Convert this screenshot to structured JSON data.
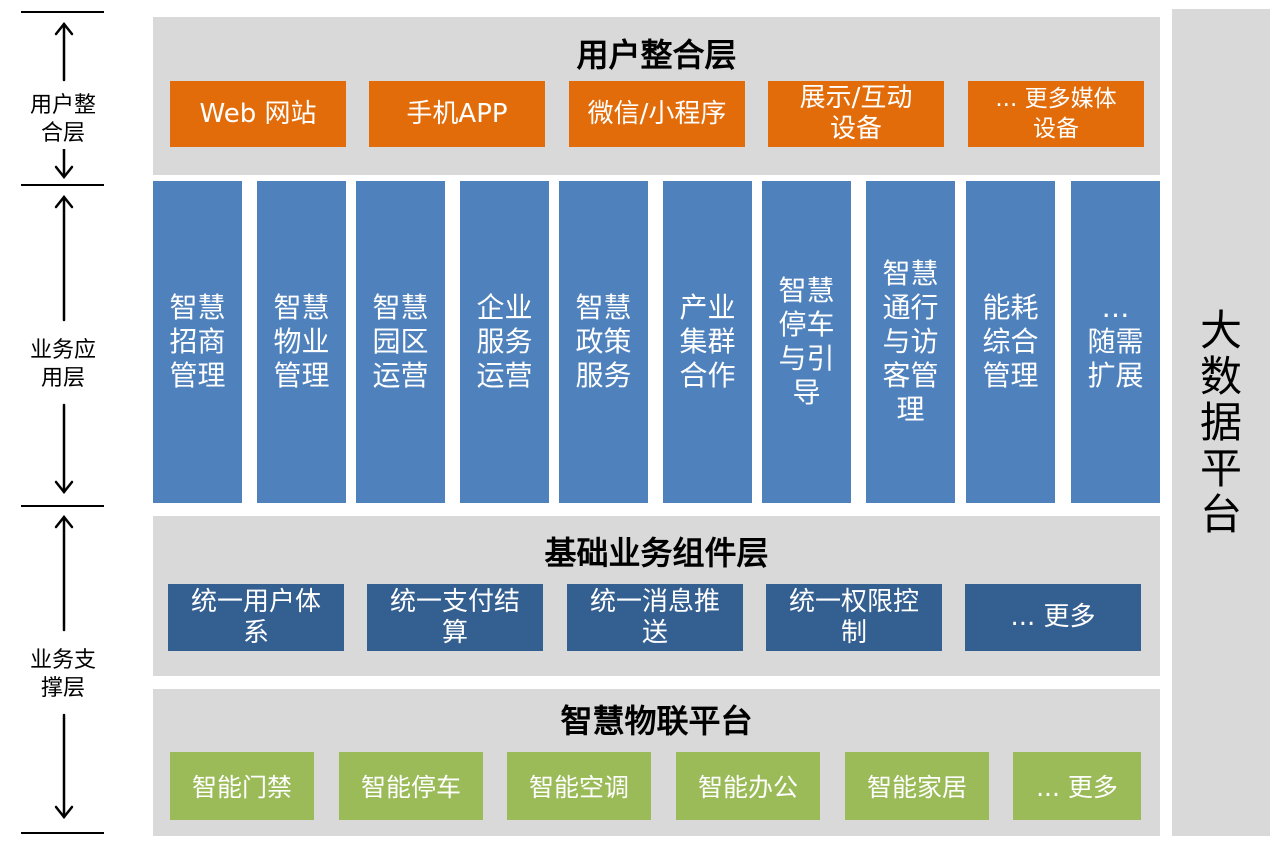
{
  "user_layer": {
    "title": "用户整合层",
    "items": [
      "Web 网站",
      "手机APP",
      "微信/小程序",
      "展示/互动设备",
      "... 更多媒体设备"
    ]
  },
  "app_layer": {
    "items": [
      "智慧招商管理",
      "智慧物业管理",
      "智慧园区运营",
      "企业服务运营",
      "智慧政策服务",
      "产业集群合作",
      "智慧停车与引导",
      "智慧通行与访客管理",
      "能耗综合管理",
      "… 随需扩展"
    ]
  },
  "component_layer": {
    "title": "基础业务组件层",
    "items": [
      "统一用户体系",
      "统一支付结算",
      "统一消息推送",
      "统一权限控制",
      "... 更多"
    ]
  },
  "iot_layer": {
    "title": "智慧物联平台",
    "items": [
      "智能门禁",
      "智能停车",
      "智能空调",
      "智能办公",
      "智能家居",
      "... 更多"
    ]
  },
  "bigdata": {
    "label": "大数据平台"
  },
  "side_labels": {
    "user": "用户整合层",
    "app": "业务应用层",
    "support": "业务支撑层"
  },
  "colors": {
    "panel": "#d9d9d9",
    "orange": "#e36c0a",
    "blue": "#4f81bd",
    "dark_blue": "#345f91",
    "green": "#9bbb59"
  }
}
